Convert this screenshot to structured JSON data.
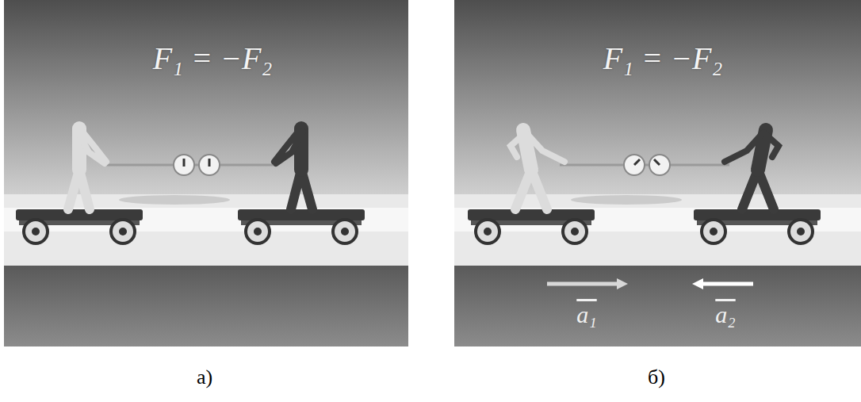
{
  "diagram": {
    "labels": [
      "F₁ = −F₂",
      "F₁ = −F₂",
      "a₁",
      "a₂",
      "а)",
      "б)"
    ]
  }
}
